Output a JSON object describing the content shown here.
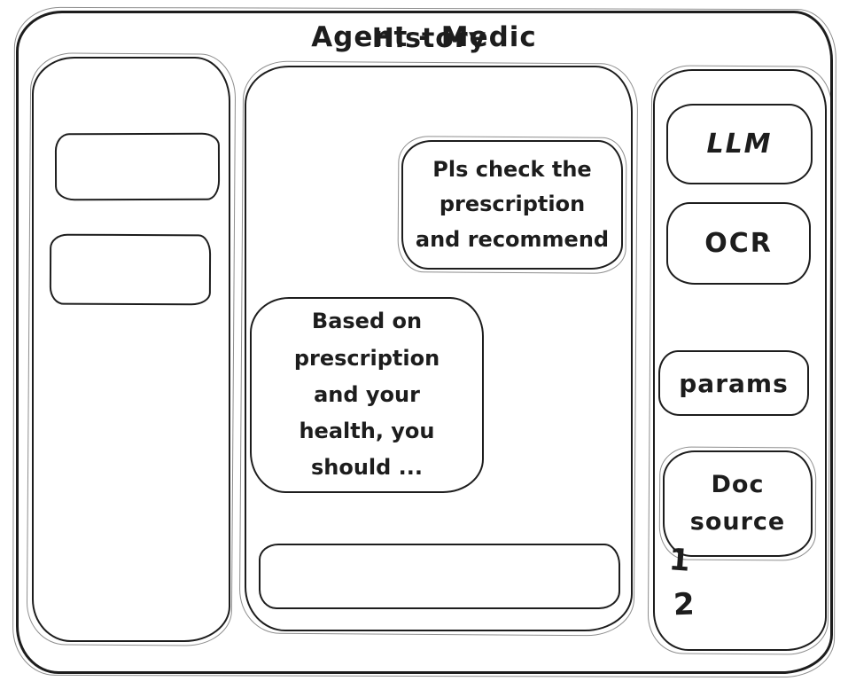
{
  "window": {
    "background": "#ffffff",
    "ink_color": "#1d1d1d"
  },
  "history_panel": {
    "title": "History",
    "items": [
      {
        "label": ""
      },
      {
        "label": ""
      }
    ]
  },
  "chat_panel": {
    "title": "Agent - Medic",
    "messages": [
      {
        "role": "user",
        "text": "Pls check the prescription and recommend"
      },
      {
        "role": "assistant",
        "text": "Based on prescription and your health, you should ..."
      }
    ],
    "input": {
      "value": "",
      "placeholder": ""
    }
  },
  "tools_panel": {
    "buttons": [
      {
        "id": "llm",
        "label": "LLM"
      },
      {
        "id": "ocr",
        "label": "OCR"
      },
      {
        "id": "params",
        "label": "params"
      },
      {
        "id": "doc-source",
        "label": "Doc source"
      }
    ],
    "doc_source_list": [
      "1",
      "2"
    ]
  }
}
